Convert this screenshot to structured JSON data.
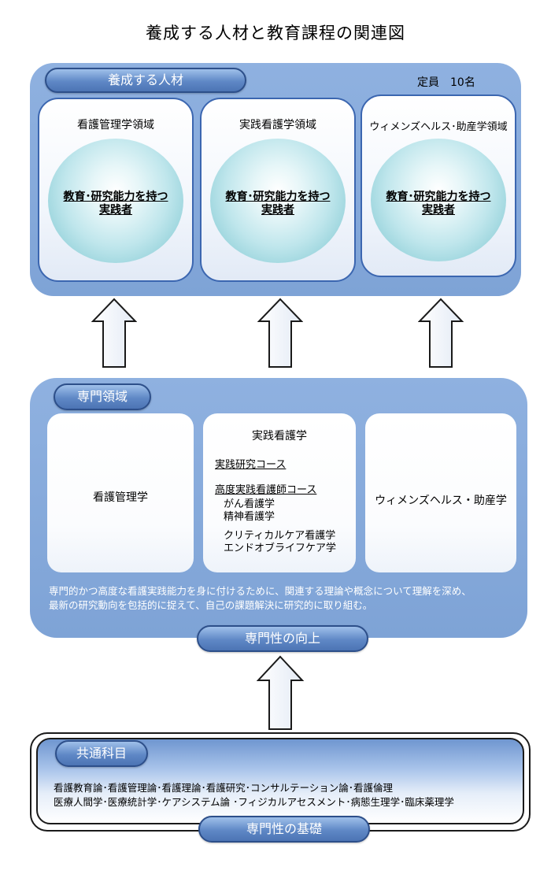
{
  "title": "養成する人材と教育課程の関連図",
  "jinzai": {
    "label": "養成する人材",
    "capacity": "定員　10名",
    "cards": [
      {
        "head": "看護管理学領域",
        "line1": "教育･研究能力を持つ",
        "line2": "実践者"
      },
      {
        "head": "実践看護学領域",
        "line1": "教育･研究能力を持つ",
        "line2": "実践者"
      },
      {
        "head": "ウィメンズヘルス･助産学領域",
        "line1": "教育･研究能力を持つ",
        "line2": "実践者"
      }
    ]
  },
  "senmon": {
    "label": "専門領域",
    "box_left": "看護管理学",
    "box_middle": {
      "title": "実践看護学",
      "course1": "実践研究コース",
      "course2": "高度実践看護師コース",
      "item1": "がん看護学",
      "item2": "精神看護学",
      "item3": "クリティカルケア看護学",
      "item4": "エンドオブライフケア学"
    },
    "box_right": "ウィメンズヘルス・助産学",
    "desc1": "専門的かつ高度な看護実践能力を身に付けるために、関連する理論や概念について理解を深め、",
    "desc2": "最新の研究動向を包括的に捉えて、自己の課題解決に研究的に取り組む。",
    "bottom_label": "専門性の向上"
  },
  "kyotsu": {
    "label": "共通科目",
    "line1": "看護教育論･看護管理論･看護理論･看護研究･コンサルテーション論･看護倫理",
    "line2": "医療人間学･医療統計学･ケアシステム論 ･フィジカルアセスメント･病態生理学･臨床薬理学",
    "bottom_label": "専門性の基礎"
  }
}
